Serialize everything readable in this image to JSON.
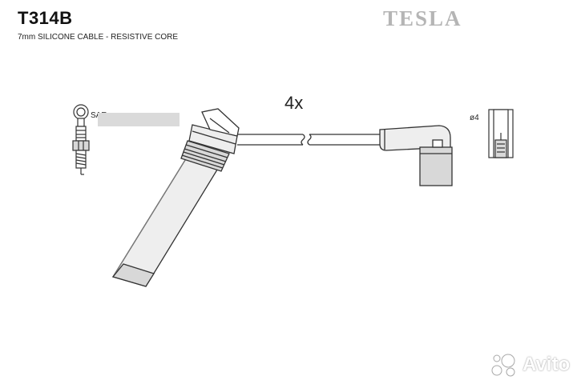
{
  "header": {
    "part_code": "T314B",
    "subtitle": "7mm SILICONE CABLE - RESISTIVE CORE",
    "brand": "TESLA"
  },
  "diagram": {
    "quantity_label": "4x",
    "spark_plug_label": "SAE",
    "terminal_label": "ø4"
  },
  "watermark": {
    "text": "Avito"
  },
  "colors": {
    "line": "#333333",
    "fill_light": "#eeeeee",
    "fill_mid": "#d8d8d8",
    "redaction": "#dadada",
    "brand": "#b5b5b5"
  }
}
